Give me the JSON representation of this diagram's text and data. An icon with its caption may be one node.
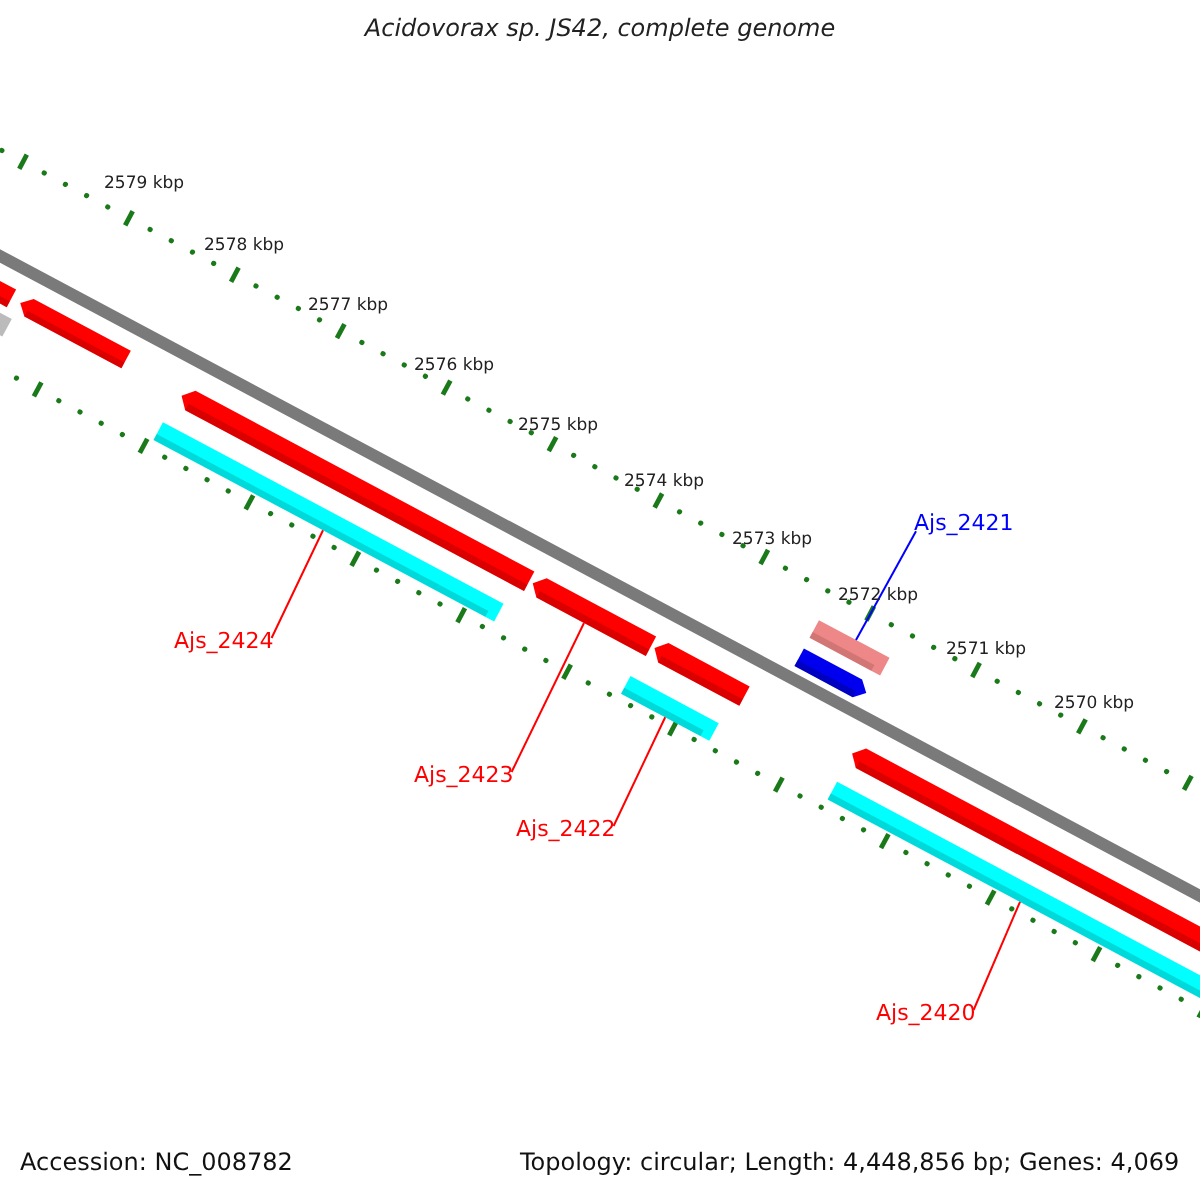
{
  "diagram": {
    "title": "Acidovorax sp. JS42, complete genome",
    "nodes": [
      {
        "text": [
          "Ajs_2421"
        ]
      },
      {
        "text": [
          "Ajs_2424"
        ]
      },
      {
        "text": [
          "Ajs_2423"
        ]
      },
      {
        "text": [
          "Ajs_2422"
        ]
      },
      {
        "text": [
          "Ajs_2420"
        ]
      },
      {
        "text": [],
        "shape": "arrow"
      },
      {
        "text": [],
        "shape": "bar"
      },
      {
        "text": [],
        "shape": "arrow"
      },
      {
        "text": [],
        "shape": "bar"
      },
      {
        "text": [],
        "shape": "arrow"
      },
      {
        "text": [],
        "shape": "arrow"
      },
      {
        "text": [],
        "shape": "bar"
      },
      {
        "text": [],
        "shape": "arrow"
      },
      {
        "text": [],
        "shape": "arrow"
      },
      {
        "text": [],
        "shape": "bar"
      },
      {
        "text": [],
        "shape": "bar"
      },
      {
        "text": [],
        "shape": "arrow"
      }
    ],
    "edges": [
      {
        "from": 0,
        "to": 14,
        "arrow": "none",
        "color": "#0000ff"
      },
      {
        "from": 1,
        "to": 8,
        "arrow": "none"
      },
      {
        "from": 2,
        "to": 10,
        "arrow": "none"
      },
      {
        "from": 3,
        "to": 11,
        "arrow": "none"
      },
      {
        "from": 4,
        "to": 15,
        "arrow": "none"
      }
    ],
    "labels": [
      "2579 kbp",
      "2578 kbp",
      "2577 kbp",
      "2576 kbp",
      "2575 kbp",
      "2574 kbp",
      "2573 kbp",
      "2572 kbp",
      "2571 kbp",
      "2570 kbp",
      "Accession: NC_008782",
      "Topology: circular; Length: 4,448,856 bp; Genes: 4,069"
    ]
  }
}
